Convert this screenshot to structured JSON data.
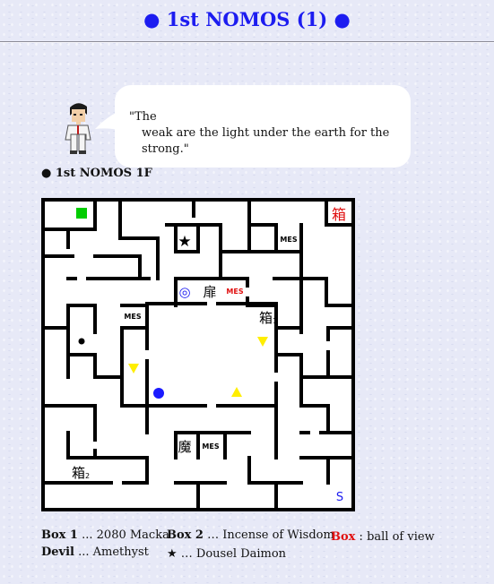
{
  "page": {
    "title": "● 1st NOMOS (1) ●"
  },
  "speech": {
    "line1": "\"The",
    "line2": "weak are the light under the earth for the strong.\""
  },
  "map_section": {
    "heading": "● 1st NOMOS 1F",
    "labels": {
      "mes": "MES",
      "door": "扉",
      "demon": "魔",
      "box": "箱",
      "box1_sub": "1",
      "box2_sub": "2",
      "star": "★",
      "save": "S",
      "ring": "◎"
    },
    "colors": {
      "wall": "#000000",
      "floor": "#ffffff",
      "start_marker": "#00cc00",
      "box_red": "#e01010",
      "ring_blue": "#1c1cf0",
      "orb_blue": "#1a1aff",
      "arrow_yellow": "#ffee00"
    }
  },
  "legend": {
    "box1_label": "Box 1",
    "box1_value": " ... 2080 Macka",
    "devil_label": "Devil",
    "devil_value": " ... Amethyst",
    "box2_label": "Box 2",
    "box2_value": " … Incense of Wisdom",
    "star_label": "★",
    "star_value": " … Dousel Daimon",
    "box_label": "Box",
    "box_value": " : ball of view"
  }
}
